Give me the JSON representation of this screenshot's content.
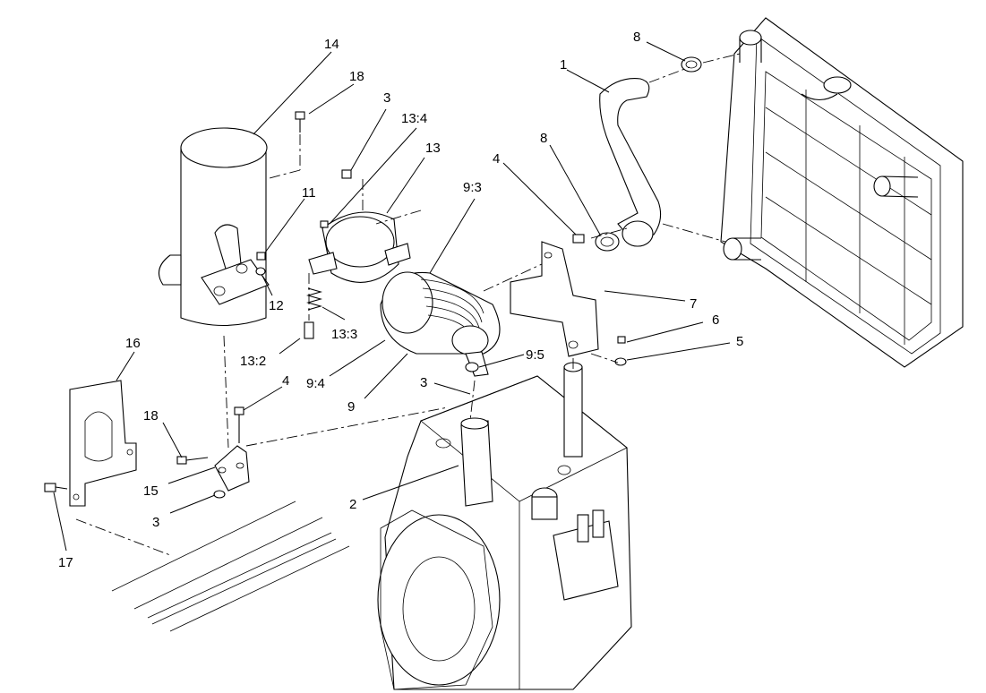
{
  "diagram": {
    "callouts": [
      {
        "id": "c1",
        "text": "1"
      },
      {
        "id": "c2",
        "text": "2"
      },
      {
        "id": "c3a",
        "text": "3"
      },
      {
        "id": "c3b",
        "text": "3"
      },
      {
        "id": "c3c",
        "text": "3"
      },
      {
        "id": "c4a",
        "text": "4"
      },
      {
        "id": "c4b",
        "text": "4"
      },
      {
        "id": "c5",
        "text": "5"
      },
      {
        "id": "c6",
        "text": "6"
      },
      {
        "id": "c7",
        "text": "7"
      },
      {
        "id": "c8a",
        "text": "8"
      },
      {
        "id": "c8b",
        "text": "8"
      },
      {
        "id": "c9",
        "text": "9"
      },
      {
        "id": "c9_3",
        "text": "9:3"
      },
      {
        "id": "c9_4",
        "text": "9:4"
      },
      {
        "id": "c9_5",
        "text": "9:5"
      },
      {
        "id": "c11",
        "text": "11"
      },
      {
        "id": "c12",
        "text": "12"
      },
      {
        "id": "c13",
        "text": "13"
      },
      {
        "id": "c13_2",
        "text": "13:2"
      },
      {
        "id": "c13_3",
        "text": "13:3"
      },
      {
        "id": "c13_4",
        "text": "13:4"
      },
      {
        "id": "c14",
        "text": "14"
      },
      {
        "id": "c15",
        "text": "15"
      },
      {
        "id": "c16",
        "text": "16"
      },
      {
        "id": "c17",
        "text": "17"
      },
      {
        "id": "c18a",
        "text": "18"
      },
      {
        "id": "c18b",
        "text": "18"
      }
    ]
  }
}
